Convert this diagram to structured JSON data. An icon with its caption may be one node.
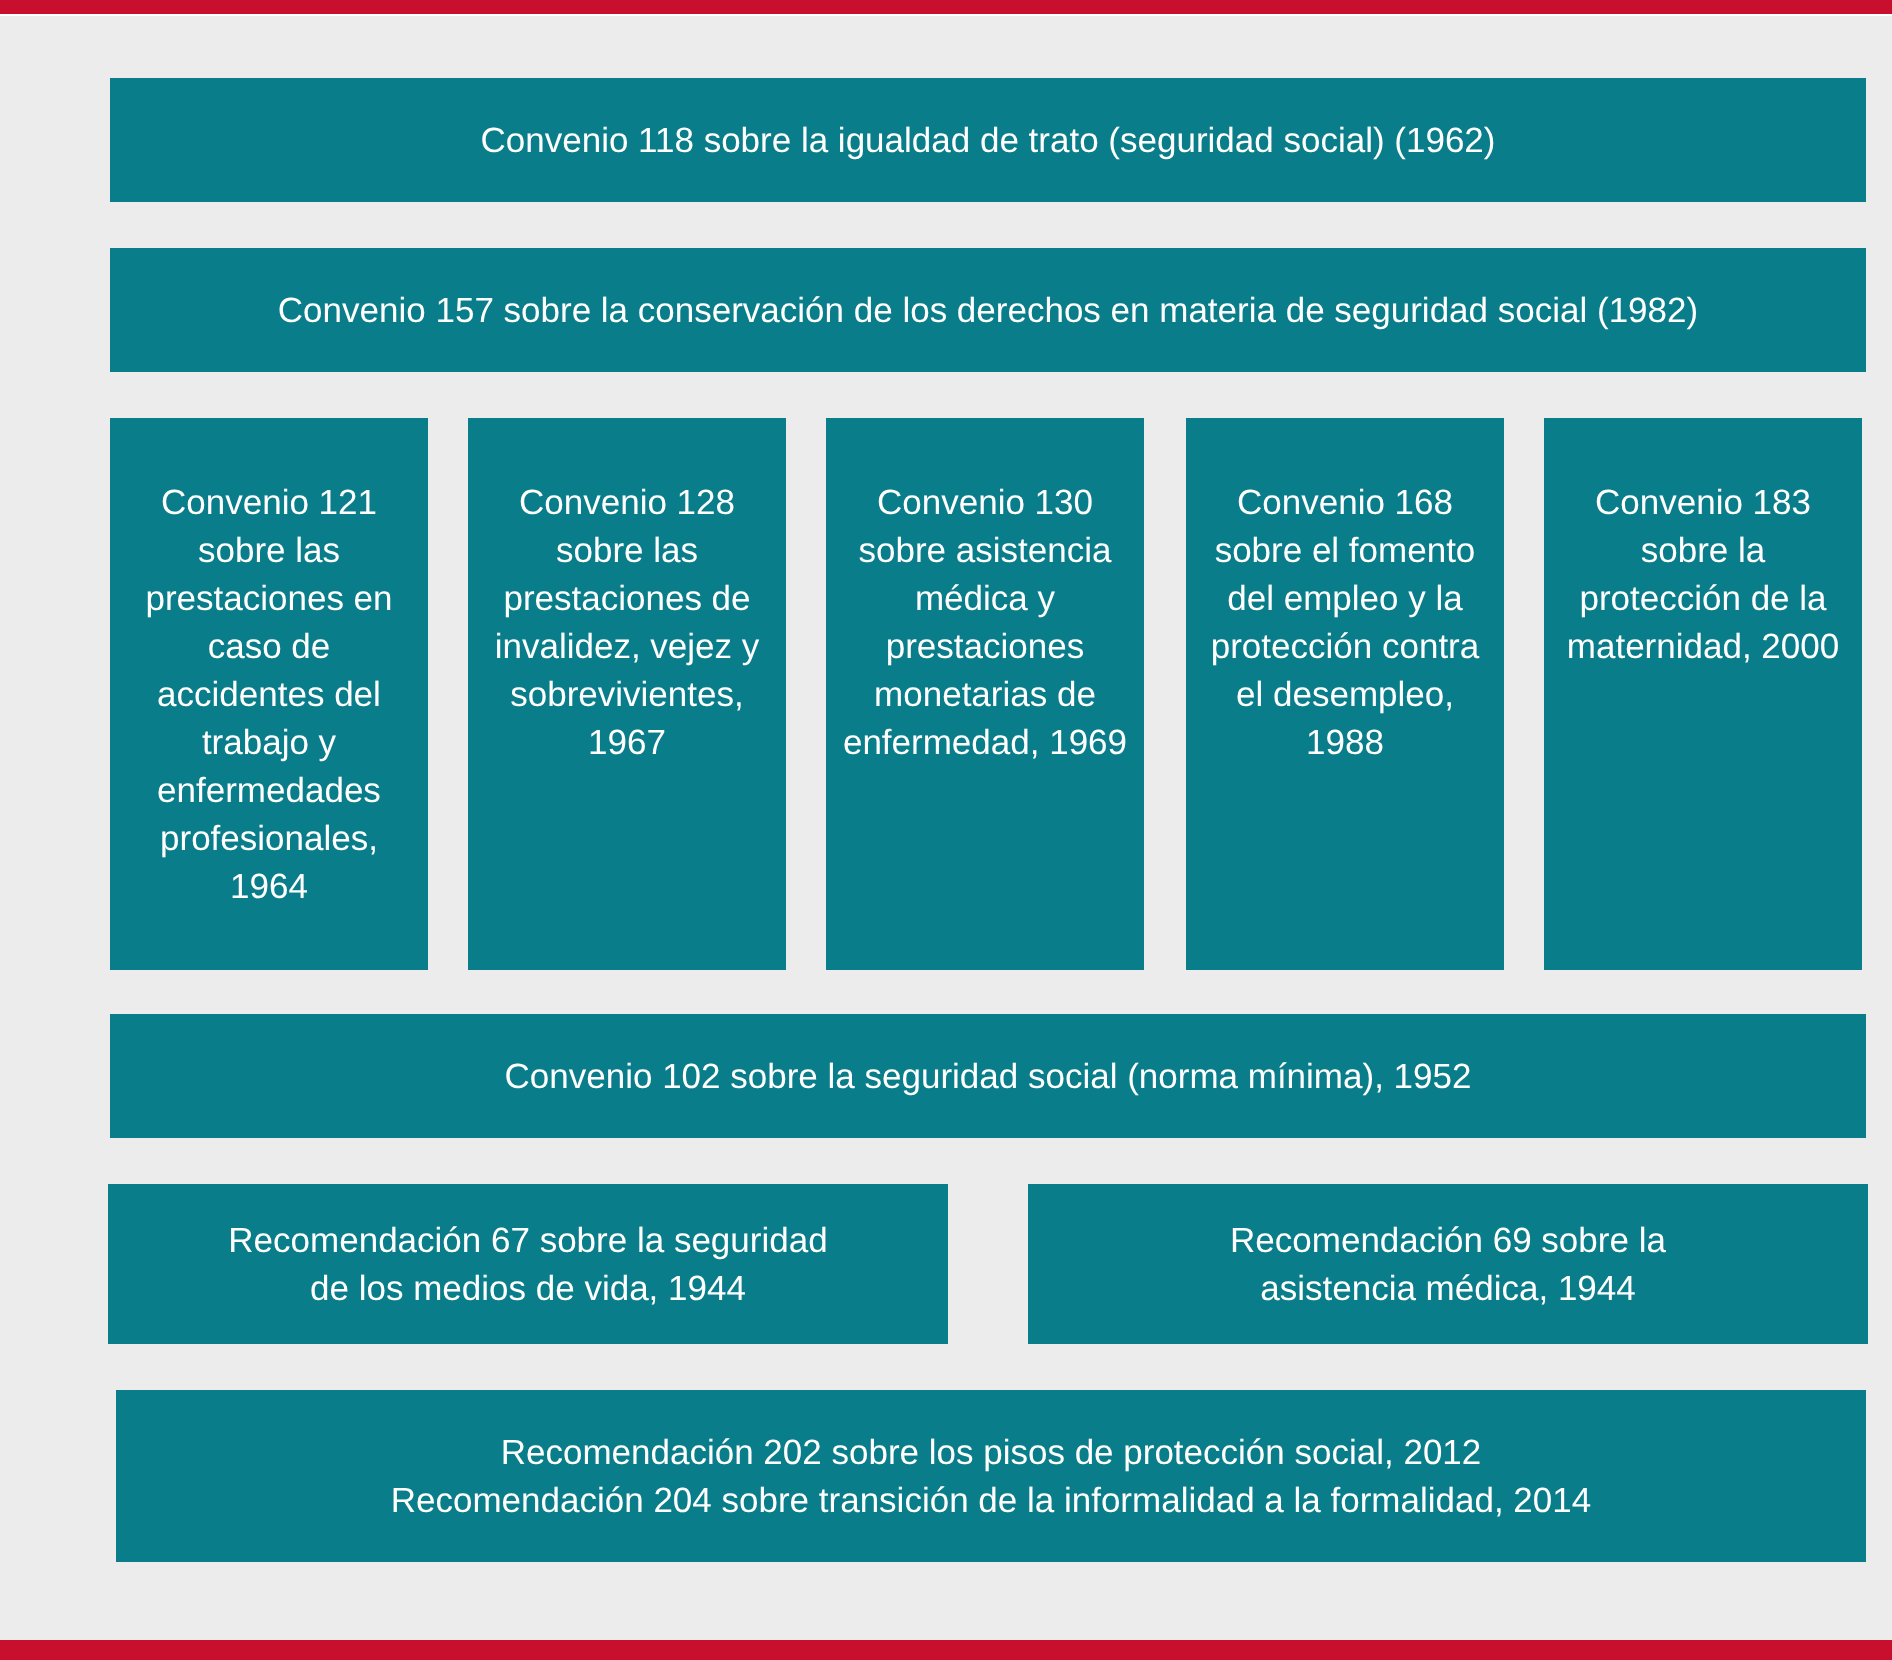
{
  "diagram": {
    "nodes": [
      {
        "text": [
          "Convenio 118 sobre la igualdad de trato (seguridad social) (1962)"
        ]
      },
      {
        "text": [
          "Convenio 157 sobre la conservación de los derechos en materia de seguridad social (1982)"
        ]
      },
      {
        "text": [
          "Convenio 121 sobre las prestaciones en caso de accidentes del trabajo y enfermedades profesionales, 1964"
        ]
      },
      {
        "text": [
          "Convenio 128 sobre las prestaciones de invalidez, vejez y sobrevivientes, 1967"
        ]
      },
      {
        "text": [
          "Convenio 130 sobre asistencia médica y prestaciones monetarias de enfermedad, 1969"
        ]
      },
      {
        "text": [
          "Convenio 168 sobre el fomento del empleo y la protección contra el desempleo, 1988"
        ]
      },
      {
        "text": [
          "Convenio 183 sobre la protección de la maternidad, 2000"
        ]
      },
      {
        "text": [
          "Convenio 102 sobre la seguridad social (norma mínima), 1952"
        ]
      },
      {
        "text": [
          "Recomendación 67 sobre la seguridad de los medios de vida, 1944"
        ]
      },
      {
        "text": [
          "Recomendación 69 sobre la asistencia médica, 1944"
        ]
      },
      {
        "text": [
          "Recomendación 202 sobre los pisos de protección social, 2012",
          "Recomendación 204 sobre transición de la informalidad a la formalidad, 2014"
        ]
      }
    ],
    "edges": []
  }
}
